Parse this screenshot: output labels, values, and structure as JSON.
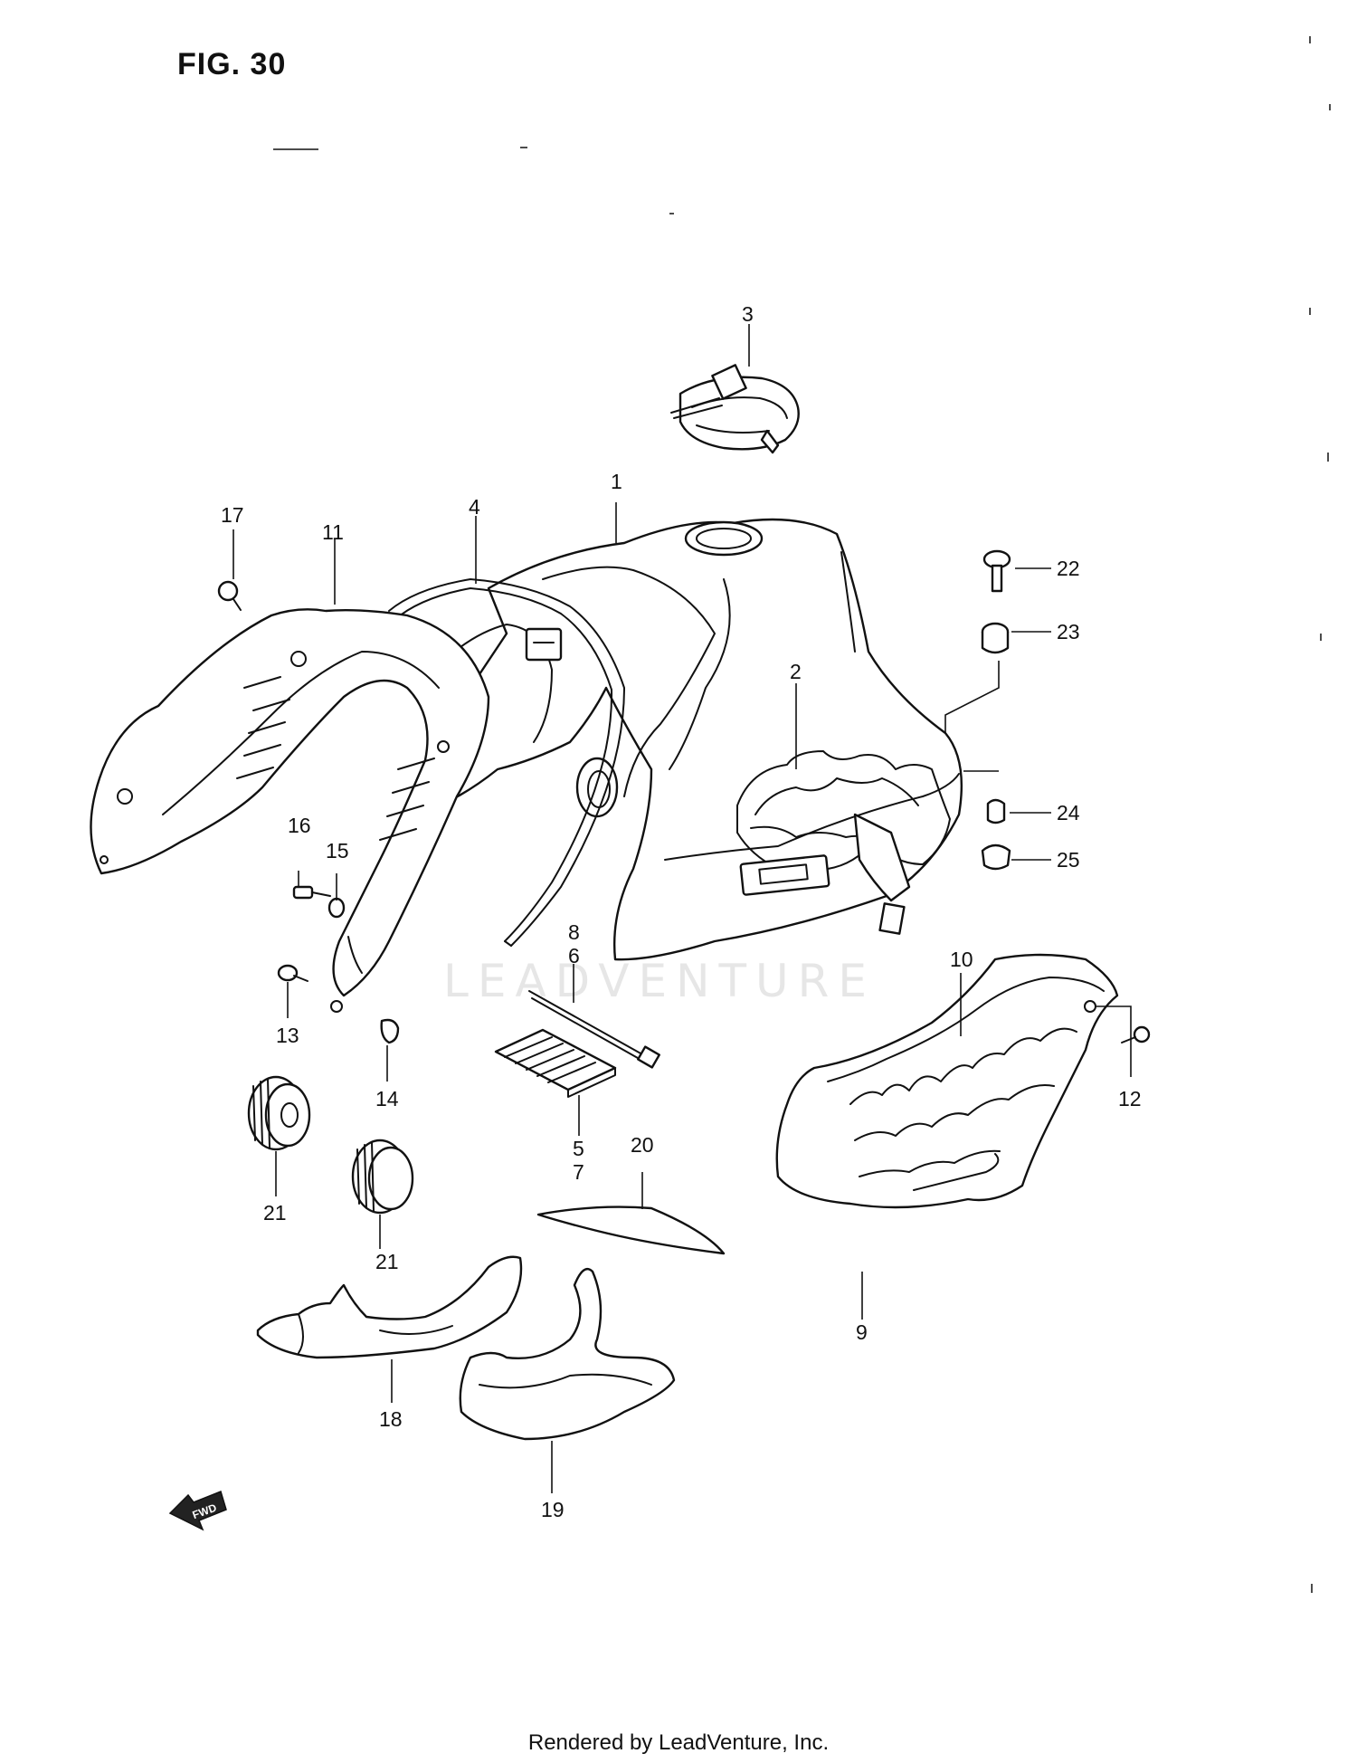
{
  "figure": {
    "title": "FIG. 30"
  },
  "footer": {
    "text": "Rendered by LeadVenture, Inc."
  },
  "watermark": {
    "text": "LEADVENTURE"
  },
  "direction_marker": {
    "text": "FWD",
    "icon": "forward-arrow-icon"
  },
  "callouts": {
    "c1": "1",
    "c2": "2",
    "c3": "3",
    "c4": "4",
    "c5": "5",
    "c6": "6",
    "c7": "7",
    "c8": "8",
    "c9": "9",
    "c10": "10",
    "c11": "11",
    "c12": "12",
    "c13": "13",
    "c14": "14",
    "c15": "15",
    "c16": "16",
    "c17": "17",
    "c18": "18",
    "c19": "19",
    "c20": "20",
    "c21a": "21",
    "c21b": "21",
    "c22": "22",
    "c23": "23",
    "c24": "24",
    "c25": "25"
  }
}
